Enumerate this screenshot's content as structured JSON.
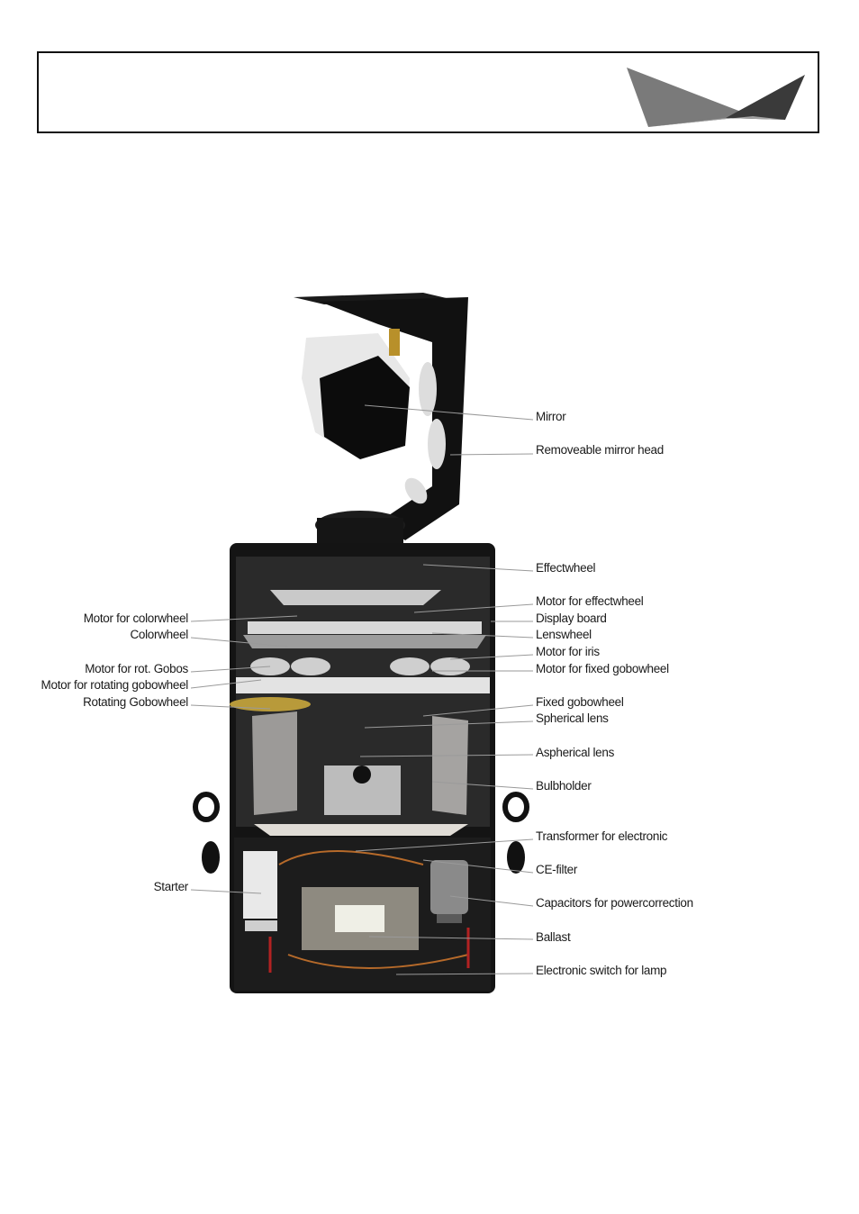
{
  "labels_right": [
    "Mirror",
    "Removeable mirror head",
    "Effectwheel",
    "Motor for effectwheel",
    "Display board",
    "Lenswheel",
    "Motor for iris",
    "Motor for fixed gobowheel",
    "Fixed gobowheel",
    "Spherical lens",
    "Aspherical lens",
    "Bulbholder",
    "Transformer for electronic",
    "CE-filter",
    "Capacitors for powercorrection",
    "Ballast",
    "Electronic switch for lamp"
  ],
  "labels_left": [
    "Motor for colorwheel",
    "Colorwheel",
    "Motor for rot. Gobos",
    "Motor for rotating gobowheel",
    "Rotating Gobowheel",
    "Starter"
  ],
  "colors": {
    "body": "#141414",
    "plate": "#c9c9c9",
    "line": "#9a9a9a"
  }
}
